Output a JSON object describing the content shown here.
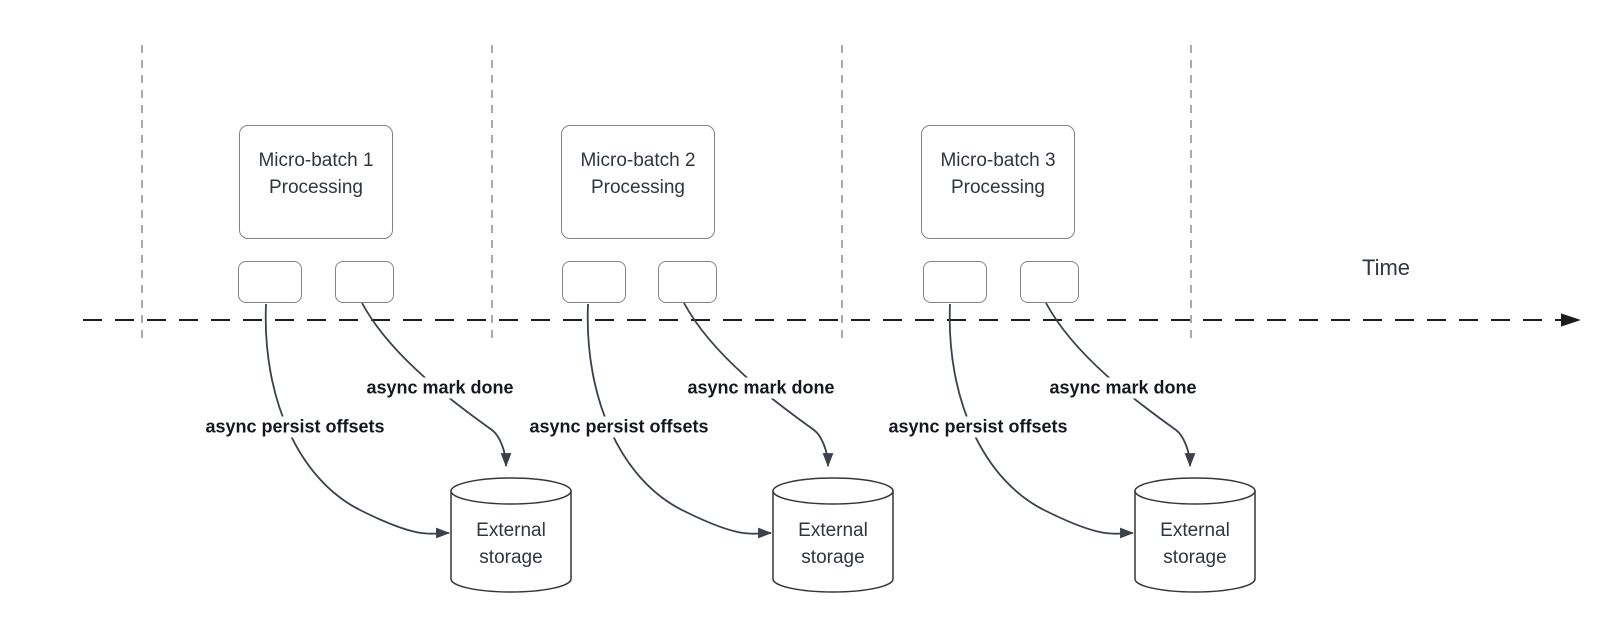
{
  "diagram": {
    "time_axis_label": "Time",
    "groups": [
      {
        "box_line1": "Micro-batch 1",
        "box_line2": "Processing",
        "persist_label": "async persist offsets",
        "mark_label": "async mark done",
        "storage_line1": "External",
        "storage_line2": "storage"
      },
      {
        "box_line1": "Micro-batch 2",
        "box_line2": "Processing",
        "persist_label": "async persist offsets",
        "mark_label": "async mark done",
        "storage_line1": "External",
        "storage_line2": "storage"
      },
      {
        "box_line1": "Micro-batch 3",
        "box_line2": "Processing",
        "persist_label": "async persist offsets",
        "mark_label": "async mark done",
        "storage_line1": "External",
        "storage_line2": "storage"
      }
    ]
  },
  "colors": {
    "box_border": "#7d848b",
    "box_text": "#2f363e",
    "edge": "#3a414a",
    "edge_label": "#15181e",
    "timeline": "#1a1c20",
    "gridline": "#a8acb0",
    "cylinder_border": "#33373d",
    "background": "#ffffff"
  }
}
